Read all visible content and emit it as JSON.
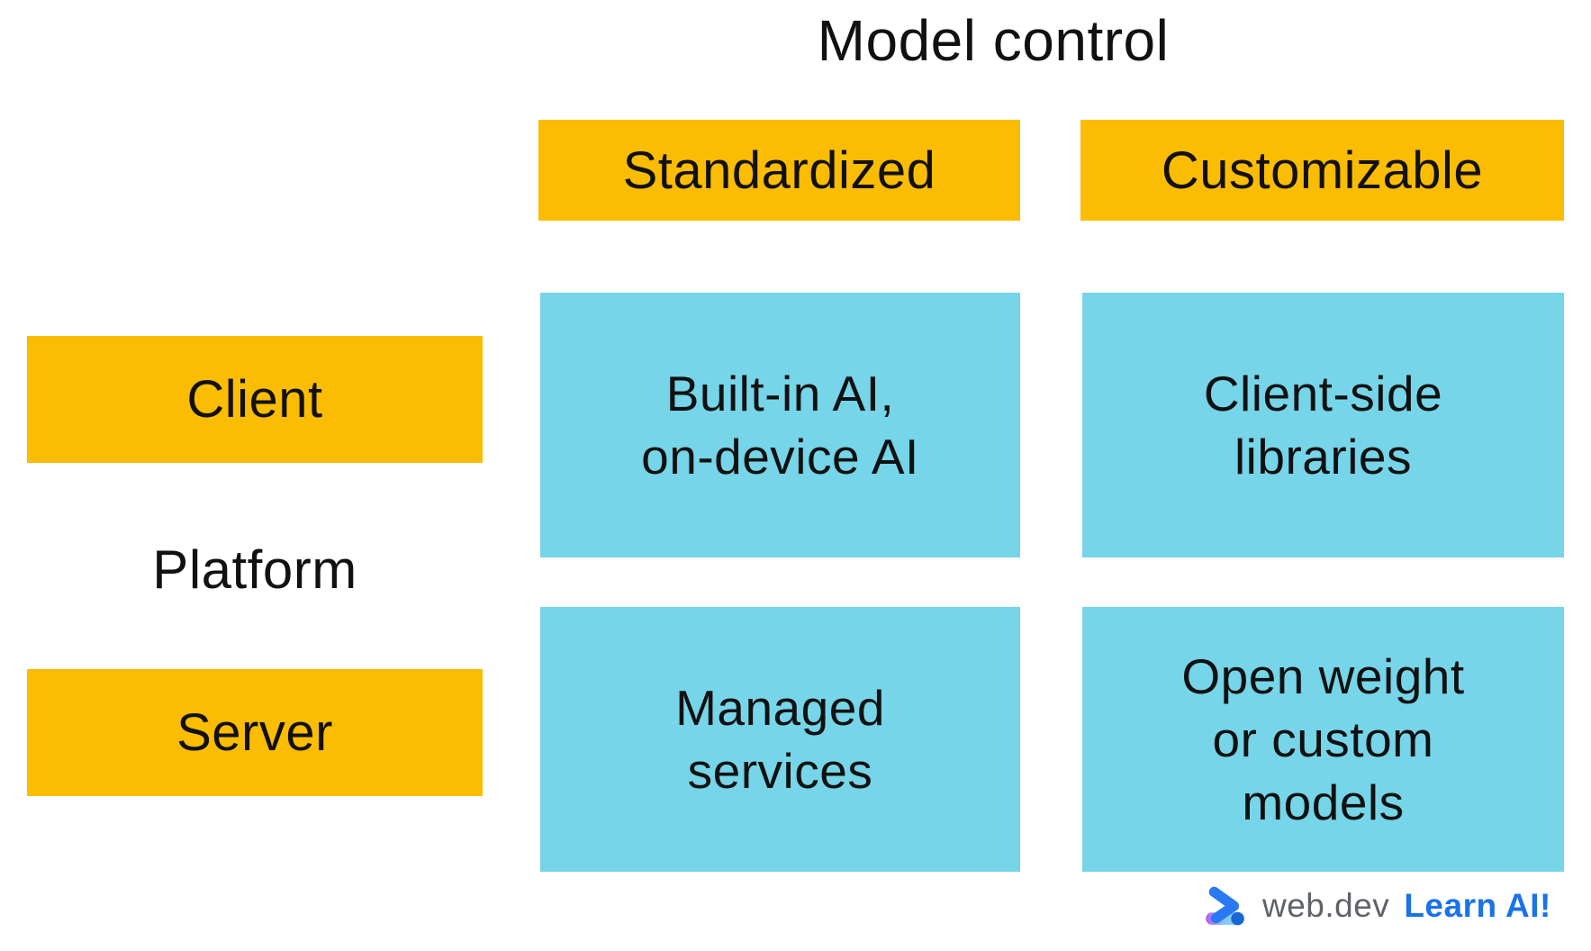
{
  "title": "Model control",
  "matrix": {
    "row_axis_label": "Platform",
    "column_headers": [
      {
        "label": "Standardized"
      },
      {
        "label": "Customizable"
      }
    ],
    "row_headers": [
      {
        "label": "Client"
      },
      {
        "label": "Server"
      }
    ],
    "cells": [
      {
        "row": "Client",
        "column": "Standardized",
        "text": "Built-in AI,\non-device AI"
      },
      {
        "row": "Client",
        "column": "Customizable",
        "text": "Client-side\nlibraries"
      },
      {
        "row": "Server",
        "column": "Standardized",
        "text": "Managed\nservices"
      },
      {
        "row": "Server",
        "column": "Customizable",
        "text": "Open weight\nor custom\nmodels"
      }
    ]
  },
  "footer": {
    "brand": "web.dev",
    "tagline": "Learn AI!"
  },
  "colors": {
    "header_yellow": "#FBBC04",
    "cell_cyan": "#76D5E8",
    "text": "#111111",
    "brand_gray": "#5F6368",
    "brand_blue": "#1A73E8",
    "logo_chevron_blue": "#2979F2",
    "logo_dot_blue": "#1967D2",
    "logo_purple": "#B85CF4",
    "logo_light_blue": "#85CBF8"
  }
}
